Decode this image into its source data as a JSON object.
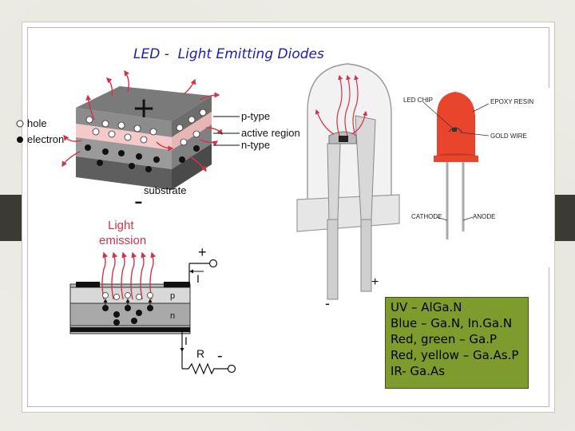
{
  "title": "LED -  Light Emitting Diodes",
  "legend": {
    "hole": "hole",
    "electron": "electron"
  },
  "block": {
    "plus": "+",
    "minus": "-",
    "p_type": "p-type",
    "active_region": "active region",
    "n_type": "n-type",
    "substrate": "substrate"
  },
  "circuit": {
    "light_line1": "Light",
    "light_line2": "emission",
    "plus": "+",
    "current_top": "I",
    "p": "p",
    "n": "n",
    "current_bottom": "I",
    "resistor": "R",
    "minus": "-"
  },
  "led_package": {
    "plus": "+",
    "minus": "-"
  },
  "red_led": {
    "led_chip": "LED CHIP",
    "epoxy_resin": "EPOXY RESIN",
    "gold_wire": "GOLD WIRE",
    "cathode": "CATHODE",
    "anode": "ANODE"
  },
  "materials": [
    "UV – AlGa.N",
    "Blue – Ga.N, In.Ga.N",
    "Red, green – Ga.P",
    "Red, yellow – Ga.As.P",
    "IR- Ga.As"
  ],
  "colors": {
    "title": "#1b1bb5",
    "box": "#7e9b2e",
    "arrows": "#d2334a",
    "led": "#e8452c"
  }
}
